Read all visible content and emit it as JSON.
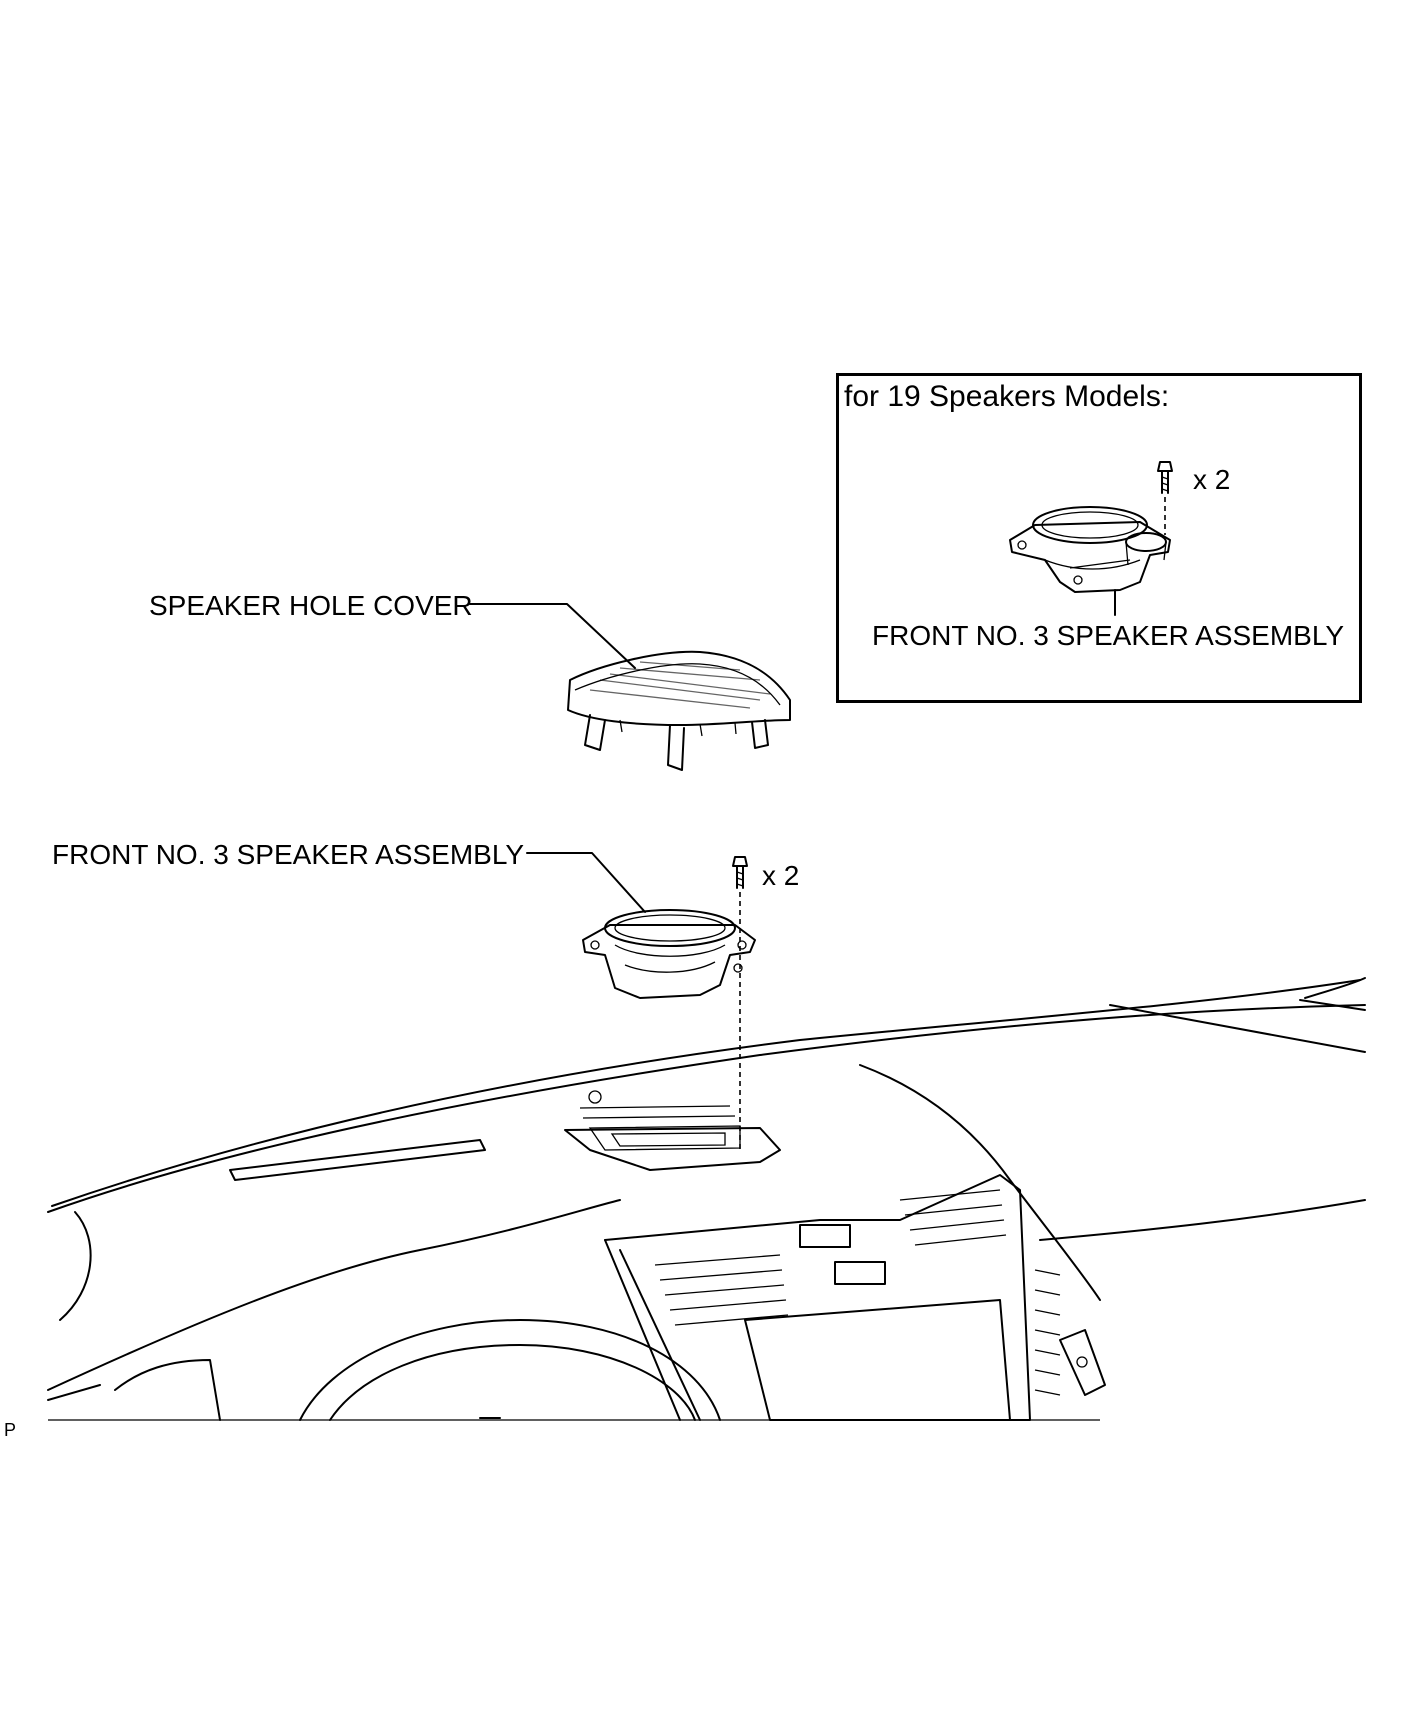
{
  "labels": {
    "speaker_hole_cover": "SPEAKER HOLE COVER",
    "front_speaker_main": "FRONT NO. 3 SPEAKER ASSEMBLY",
    "bolt_qty_main": "x 2",
    "page_marker": "P"
  },
  "inset": {
    "title": "for 19 Speakers Models:",
    "bolt_qty": "x 2",
    "front_speaker": "FRONT NO. 3 SPEAKER ASSEMBLY"
  }
}
